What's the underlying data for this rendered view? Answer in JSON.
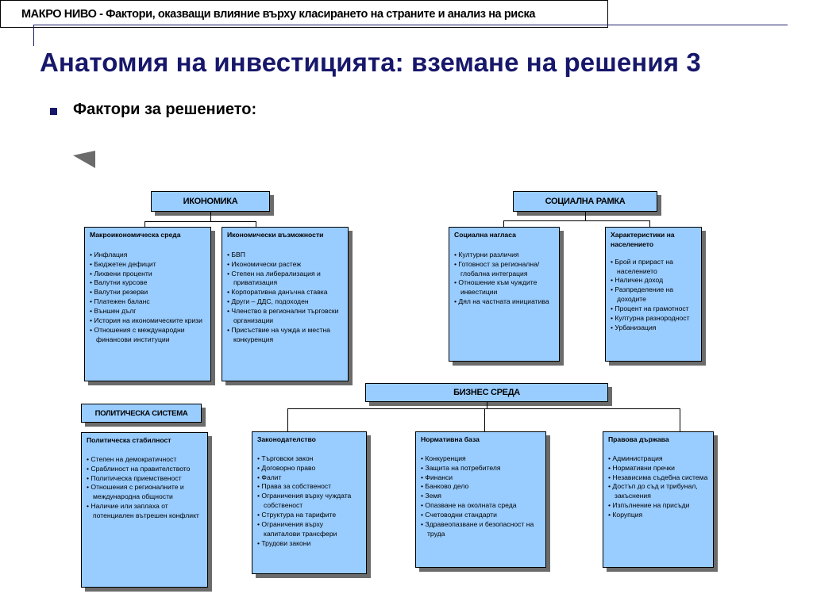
{
  "slide": {
    "title": "Анатомия на инвестицията: вземане на решения 3",
    "bullet": "Фактори за решението:"
  },
  "macro_header": "МАКРО НИВО - Фактори, оказващи влияние върху класирането на страните и анализ на риска",
  "economy": {
    "header": "ИКОНОМИКА",
    "macro_env": {
      "title": "Макроикономическа среда",
      "items": [
        "Инфлация",
        "Бюджетен дефицит",
        "Лихвени проценти",
        "Валутни курсове",
        "Валутни резерви",
        "Платежен баланс",
        "Външен дълг",
        "История на икономическите кризи",
        "Отношения с международни финансови институции"
      ]
    },
    "opportunities": {
      "title": "Икономически възможности",
      "items": [
        "БВП",
        "Икономически растеж",
        "Степен на либерализация и приватизация",
        "Корпоративна данъчна ставка",
        "Други – ДДС, подоходен",
        "Членство в регионални търговски организации",
        "Присъствие на чужда и местна конкуренция"
      ]
    }
  },
  "social": {
    "header": "СОЦИАЛНА РАМКА",
    "attitude": {
      "title": "Социална нагласа",
      "items": [
        "Културни различия",
        "Готовност за регионална/ глобална интеграция",
        "Отношение към чуждите инвестиции",
        "Дял на частната инициатива"
      ]
    },
    "population": {
      "title": "Характеристики на населението",
      "items": [
        "Брой и прираст на населението",
        "Наличен доход",
        "Разпределение на доходите",
        "Процент на грамотност",
        "Културна разнородност",
        "Урбанизация"
      ]
    }
  },
  "political": {
    "header": "ПОЛИТИЧЕСКА СИСТЕМА",
    "stability": {
      "title": "Политическа стабилност",
      "items": [
        "Степен на демократичност",
        "Сраблиност на правителството",
        "Политическа приемственост",
        "Отношения с регионалните и международна общности",
        "Наличие или заплаха от потенциален вътрешен конфликт"
      ]
    }
  },
  "business": {
    "header": "БИЗНЕС СРЕДА",
    "legislation": {
      "title": "Законодателство",
      "items": [
        "Търговски закон",
        "Договорно право",
        "Фалит",
        "Права за собственост",
        "Ограничения върху чуждата собственост",
        "Структура на тарифите",
        "Ограничения върху капиталови трансфери",
        "Трудови закони"
      ]
    },
    "regulatory": {
      "title": "Нормативна база",
      "items": [
        "Конкуренция",
        "Защита на потребителя",
        "Финанси",
        "Банково дело",
        "Земя",
        "Опазване на околната среда",
        "Счетоводни стандарти",
        "Здравеопазване и безопасност на труда"
      ]
    },
    "rule_of_law": {
      "title": "Правова държава",
      "items": [
        "Администрация",
        "Нормативни пречки",
        "Независима съдебна система",
        "Достъп до съд и трибунал, закъснения",
        "Изпълнение на присъди",
        "Корупция"
      ]
    }
  },
  "colors": {
    "box_fill": "#99ccff",
    "title_color": "#17176b",
    "shadow": "#6b6b6b"
  }
}
